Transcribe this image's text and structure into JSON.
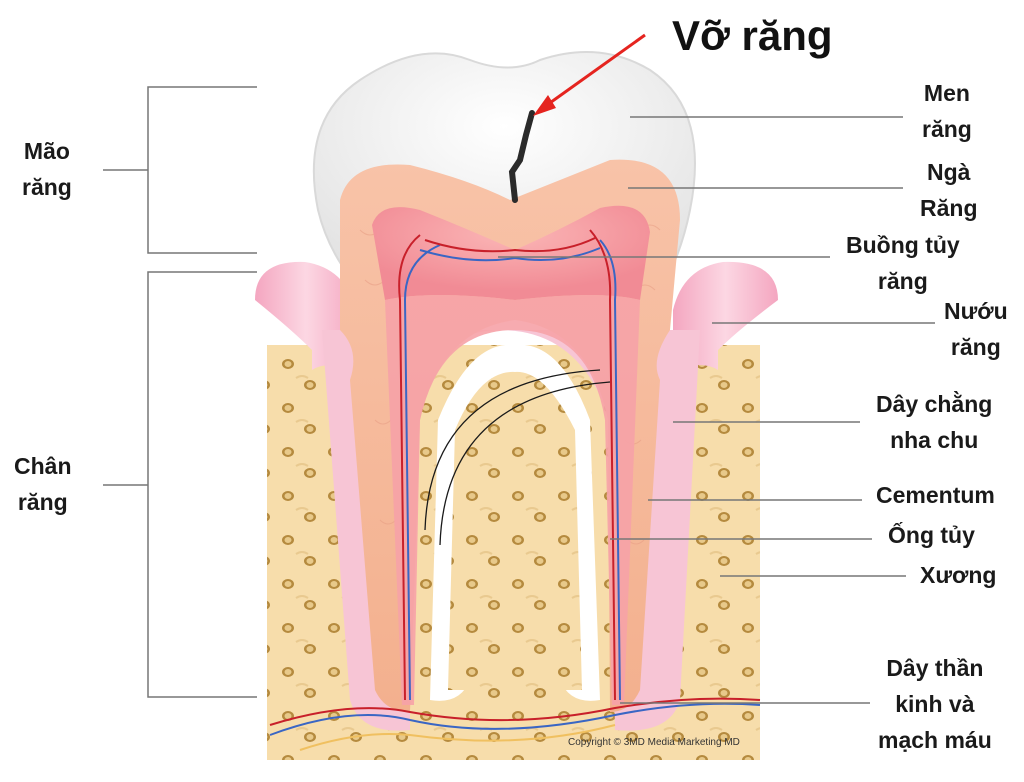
{
  "title": "Vỡ răng",
  "copyright": "Copyright © 3MD Media Marketing MD",
  "left_labels": {
    "crown": [
      "Mão",
      "răng"
    ],
    "root": [
      "Chân",
      "răng"
    ]
  },
  "right_labels": {
    "enamel": [
      "Men",
      "răng"
    ],
    "dentin": [
      "Ngà",
      "Răng"
    ],
    "pulp_chamber": [
      "Buồng tủy",
      "răng"
    ],
    "gum": [
      "Nướu",
      "răng"
    ],
    "periodontal_ligament": [
      "Dây chằng",
      "nha chu"
    ],
    "cementum": [
      "Cementum"
    ],
    "root_canal": [
      "Ống tủy"
    ],
    "bone": [
      "Xương"
    ],
    "nerves_vessels": [
      "Dây thần",
      "kinh và",
      "mạch máu"
    ]
  },
  "colors": {
    "arrow": "#e5241f",
    "enamel": "#f2f2f2",
    "dentin": "#f6bfa6",
    "pulp": "#f48b93",
    "gum": "#f6b9cc",
    "bone": "#f7ddab",
    "nerve_blue": "#3a66c4",
    "vessel_red": "#c8202a"
  }
}
